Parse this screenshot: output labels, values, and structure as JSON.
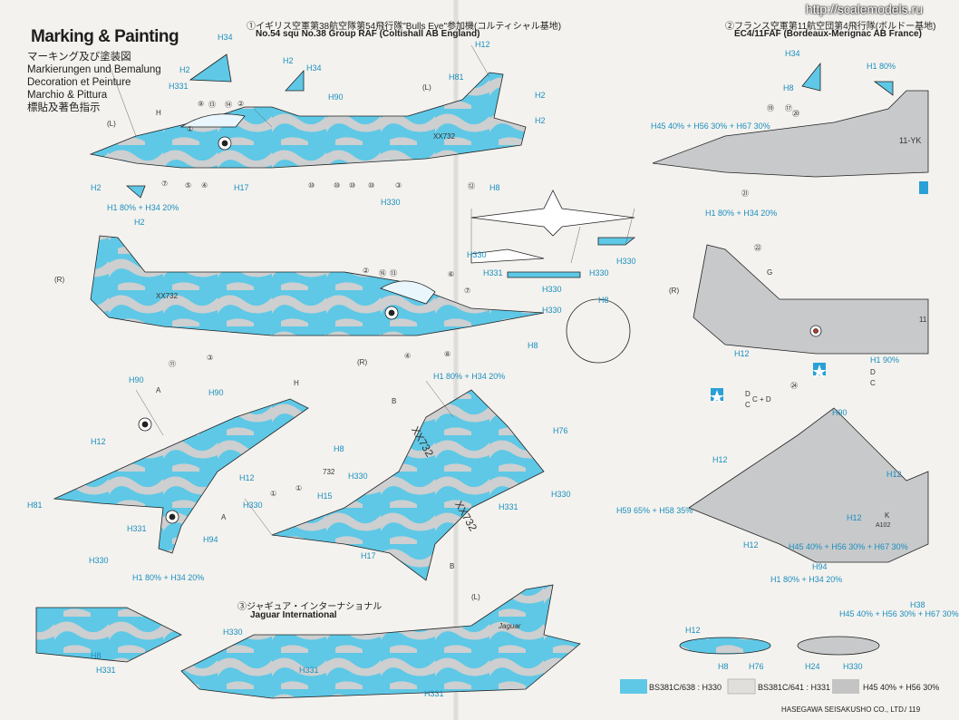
{
  "header": {
    "title": "Marking & Painting",
    "subtitles": [
      "マーキング及び塗装図",
      "Markierungen und Bemalung",
      "Decoration et Peinture",
      "Marchio & Pittura",
      "標貼及著色指示"
    ]
  },
  "schemes": [
    {
      "jp": "①イギリス空軍第38航空隊第54飛行隊\"Bulls Eye\"参加機(コルティシャル基地)",
      "en": "No.54 squ No.38 Group RAF (Coltishall AB England)"
    },
    {
      "jp": "②フランス空軍第11航空団第4飛行隊(ボルドー基地)",
      "en": "EC4/11FAF (Bordeaux-Merignac AB France)"
    },
    {
      "jp": "③ジャギュア・インターナショナル",
      "en": "Jaguar International"
    }
  ],
  "codes": {
    "h34": "H34",
    "h2": "H2",
    "h331": "H331",
    "h90": "H90",
    "h12": "H12",
    "h81": "H81",
    "h8": "H8",
    "h17": "H17",
    "h330": "H330",
    "h1mix": "H1 80% + H34 20%",
    "h15": "H15",
    "h76": "H76",
    "h94": "H94",
    "h1_80": "H1 80%",
    "h45mix": "H45 40% + H56 30% + H67 30%",
    "h59mix": "H59 65% + H58 35%",
    "h1_90": "H1 90%",
    "h38": "H38",
    "h24": "H24"
  },
  "markers": {
    "L": "(L)",
    "R": "(R)",
    "H": "H",
    "B": "B",
    "G": "G",
    "A": "A",
    "C": "C",
    "D": "D",
    "CD": "C + D",
    "K": "K"
  },
  "serials": {
    "xx732": "XX732",
    "yk": "11-YK",
    "a102": "A102",
    "n732": "732",
    "jaguar": "Jaguar",
    "tail11": "11"
  },
  "numbers": {
    "n1": "①",
    "n2": "②",
    "n3": "③",
    "n4": "④",
    "n5": "⑤",
    "n6": "⑥",
    "n7": "⑦",
    "n8": "⑧",
    "n9": "⑨",
    "n10": "⑩",
    "n11": "⑪",
    "n12": "⑫",
    "n13": "⑬",
    "n14": "⑭",
    "n16": "⑯",
    "n17": "⑰",
    "n19": "⑲",
    "n20": "⑳",
    "n21": "㉑",
    "n22": "㉒",
    "n24": "㉔"
  },
  "legend": [
    {
      "code": "BS381C/638 : H330",
      "color": "#5ec8e6"
    },
    {
      "code": "BS381C/641 : H331",
      "color": "#e0dfdb"
    },
    {
      "code": "H45 40% + H56 30%",
      "color": "#c4c4c4"
    }
  ],
  "footer": {
    "maker": "HASEGAWA SEISAKUSHO CO., LTD.",
    "page": "/ 119"
  },
  "watermark": "http://scalemodels.ru",
  "colors": {
    "camo_blue": "#5ec8e6",
    "camo_grey": "#cdcfd0",
    "french_grey": "#c4c6c8",
    "code_blue": "#1a8fbf"
  }
}
